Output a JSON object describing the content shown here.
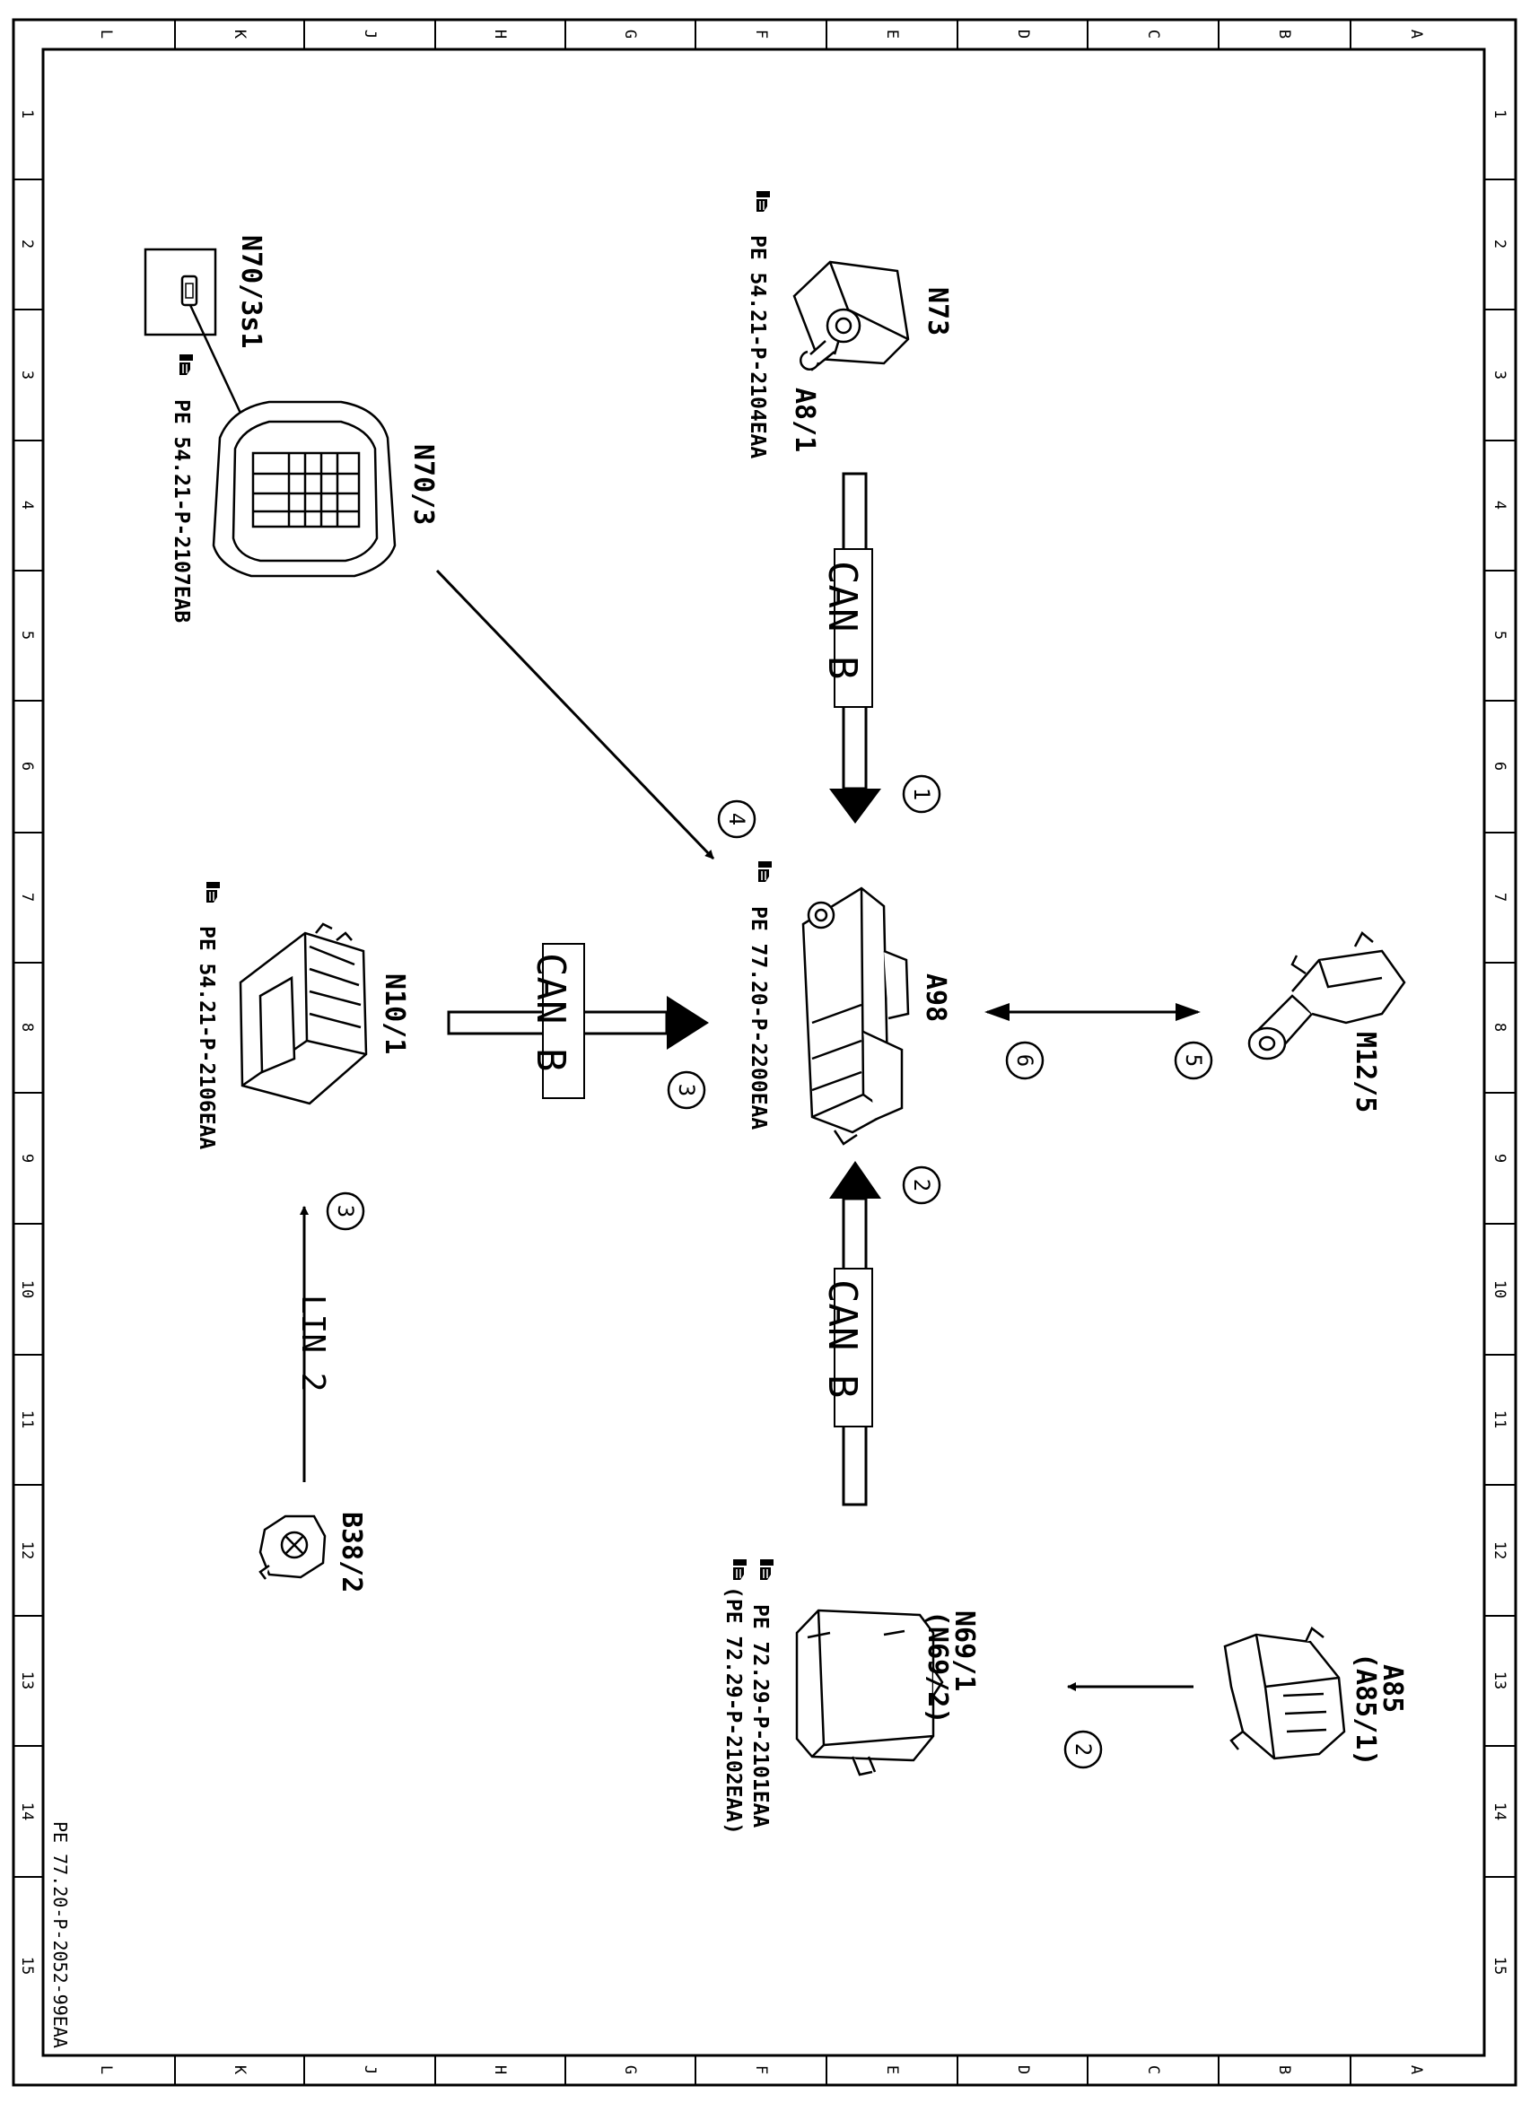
{
  "sheet": {
    "doc_number": "PE 77.20-P-2052-99EAA",
    "letters": [
      "L",
      "K",
      "J",
      "H",
      "G",
      "F",
      "E",
      "D",
      "C",
      "B",
      "A"
    ],
    "numbers": [
      "1",
      "2",
      "3",
      "4",
      "5",
      "6",
      "7",
      "8",
      "9",
      "10",
      "11",
      "12",
      "13",
      "14",
      "15"
    ]
  },
  "components": {
    "n73": {
      "name": "N73",
      "sub": "A8/1",
      "ref": "PE 54.21-P-2104EAA"
    },
    "n70_3": {
      "name": "N70/3",
      "switch": "N70/3s1",
      "ref": "PE 54.21-P-2107EAB"
    },
    "a98": {
      "name": "A98",
      "ref": "PE 77.20-P-2200EAA"
    },
    "n10_1": {
      "name": "N10/1",
      "ref": "PE 54.21-P-2106EAA"
    },
    "m12_5": {
      "name": "M12/5"
    },
    "b38_2": {
      "name": "B38/2"
    },
    "n69_1": {
      "name": "N69/1",
      "alt": "(N69/2)",
      "ref": "PE 72.29-P-2101EAA",
      "ref_alt": "(PE 72.29-P-2102EAA)"
    },
    "a85": {
      "name": "A85",
      "alt": "(A85/1)"
    }
  },
  "connections": {
    "can_top": "CAN B",
    "can_left": "CAN B",
    "can_bottom": "CAN B",
    "lin": "LIN 2"
  },
  "steps": {
    "s1": "1",
    "s2": "2",
    "s3": "3",
    "s4": "4",
    "s5": "5",
    "s6": "6",
    "s2b": "2",
    "s3b": "3"
  },
  "icons": {
    "ref_marker": "pointing-hand-icon"
  }
}
